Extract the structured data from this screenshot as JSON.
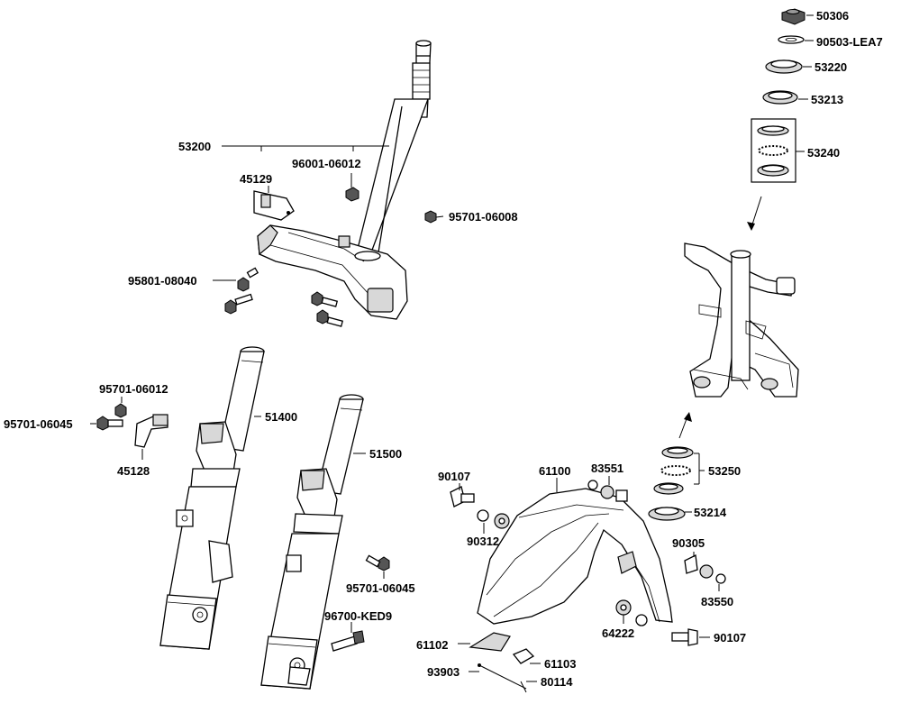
{
  "diagram": {
    "labels": {
      "p50306": "50306",
      "p90503": "90503-LEA7",
      "p53220": "53220",
      "p53213": "53213",
      "p53240": "53240",
      "p53200": "53200",
      "p45129": "45129",
      "p96001": "96001-06012",
      "p95701_06008": "95701-06008",
      "p95801": "95801-08040",
      "p95701_06012": "95701-06012",
      "p95701_06045_left": "95701-06045",
      "p51400": "51400",
      "p45128": "45128",
      "p51500": "51500",
      "p95701_06045_mid": "95701-06045",
      "p96700": "96700-KED9",
      "p90107_top": "90107",
      "p61100": "61100",
      "p83551": "83551",
      "p53250": "53250",
      "p90312": "90312",
      "p53214": "53214",
      "p90305": "90305",
      "p83550": "83550",
      "p64222": "64222",
      "p90107_bottom": "90107",
      "p61102": "61102",
      "p61103": "61103",
      "p93903": "93903",
      "p80114": "80114"
    }
  }
}
